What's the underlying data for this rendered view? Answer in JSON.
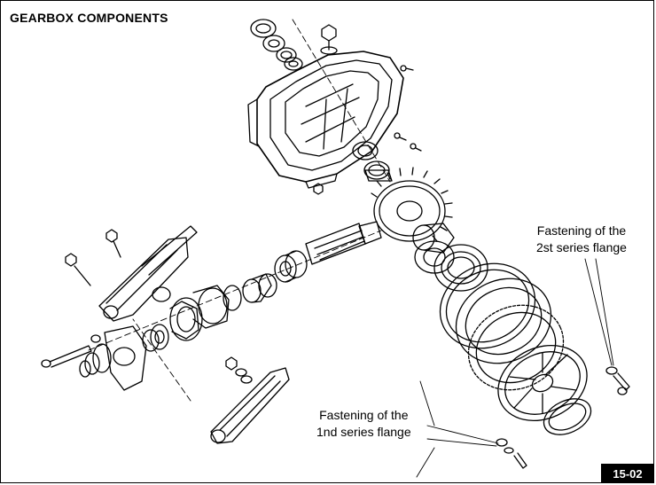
{
  "header": {
    "title": "GEARBOX COMPONENTS"
  },
  "callouts": {
    "series2": {
      "line1": "Fastening of the",
      "line2": "2st series flange"
    },
    "series1": {
      "line1": "Fastening of the",
      "line2": "1nd series flange"
    }
  },
  "footer": {
    "page_number": "15-02"
  }
}
